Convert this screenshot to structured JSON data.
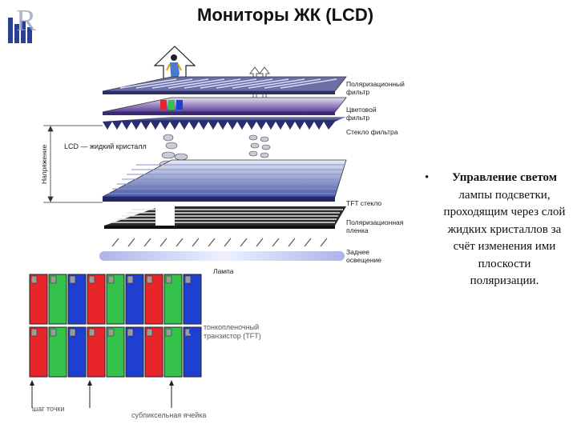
{
  "title": "Мониторы ЖК (LCD)",
  "logo_letter": "R",
  "layers": {
    "polarizing_filter": "Поляризационный\nфильтр",
    "color_filter": "Цветовой\nфильтр",
    "filter_glass": "Стекло фильтра",
    "tft_glass": "TFT стекло",
    "polarizing_film": "Поляризационная\nпленка",
    "backlight": "Заднее\nосвещение",
    "lamp": "Лампа"
  },
  "voltage_label": "Напряжение",
  "liquid_crystal_label": "LCD — жидкий кристалл",
  "pixel_grid": {
    "tft_label": "тонкопленочный\nтранзистор (TFT)",
    "pitch_label": "шаг точки",
    "subpixel_label": "субпиксельная ячейка",
    "colors": [
      "#e8262a",
      "#35c24a",
      "#1f3fd0"
    ]
  },
  "bullet": {
    "marker": "•",
    "bold_part": "Управление светом",
    "rest": " лампы подсветки, проходящим через слой жидких кристаллов за счёт изменения ими плоскости поляризации."
  }
}
